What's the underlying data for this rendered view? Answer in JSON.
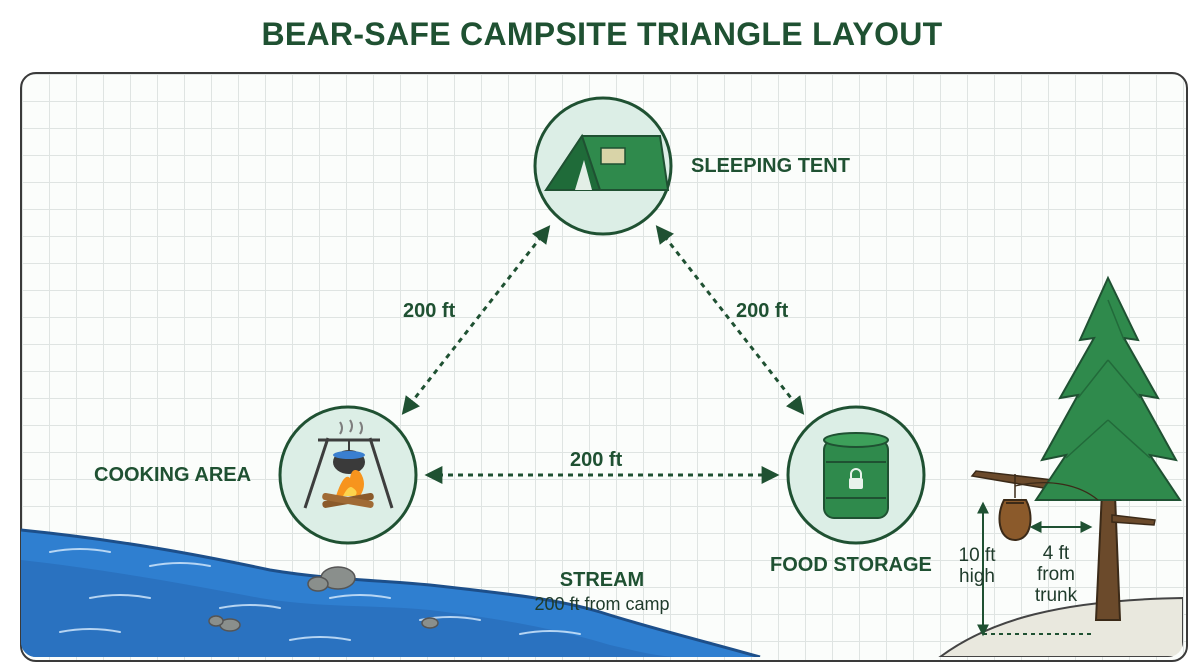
{
  "title": "BEAR-SAFE CAMPSITE TRIANGLE LAYOUT",
  "nodes": {
    "tent": {
      "label": "SLEEPING TENT",
      "icon": "tent-icon"
    },
    "cooking": {
      "label": "COOKING AREA",
      "icon": "campfire-pot-icon"
    },
    "food": {
      "label": "FOOD STORAGE",
      "icon": "bear-canister-icon"
    }
  },
  "distances": {
    "tent_cooking": "200 ft",
    "tent_food": "200 ft",
    "cooking_food": "200 ft"
  },
  "stream": {
    "label": "STREAM",
    "note": "200 ft from camp"
  },
  "hang": {
    "height_value": "10 ft",
    "height_unit": "high",
    "distance_value": "4 ft",
    "distance_line2": "from",
    "distance_line3": "trunk"
  },
  "colors": {
    "title": "#1f5132",
    "circle_fill": "#dceee6",
    "circle_stroke": "#1f5132",
    "arrow": "#1f5132",
    "stream": "#2f7fd0",
    "tree": "#2f8a4c",
    "trunk": "#6b4a2b"
  }
}
